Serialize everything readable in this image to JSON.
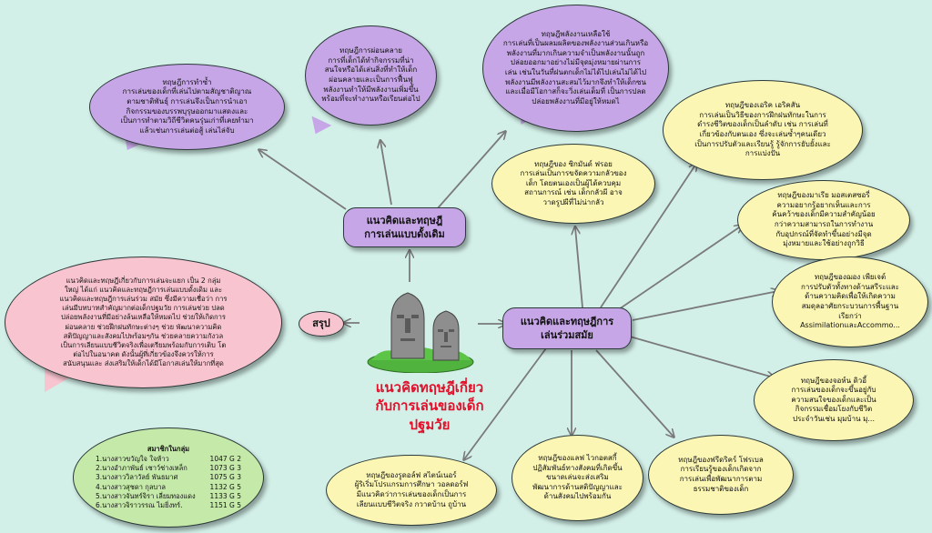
{
  "center": {
    "title": "แนวคิดทฤษฎีเกี่ยว\nกับการเล่นของเด็ก\nปฐมวัย",
    "image_icon": "moai-statues-icon"
  },
  "hubs": {
    "traditional": "แนวคิดและทฤษฎี\nการเล่นแบบดั้งเดิม",
    "modern": "แนวคิดและทฤษฎีการ\nเล่นร่วมสมัย",
    "summary": "สรุป"
  },
  "traditional_nodes": [
    "ทฤษฎีการทำซ้ำ\nการเล่นของเด็กที่เล่นไปตามสัญชาติญาณ\nตามชาติพันธุ์ การเล่นจึงเป็นการนำเอา\nกิจกรรมของบรรพบุรุษออกมาแสดงและ\nเป็นการทำตามวิถีชีวิตคนรุ่นเก่าที่เคยทำมา\nแล้วเช่นการเล่นต่อสู้ เล่นไล่จับ",
    "ทฤษฎีการผ่อนคลาย\nการที่เด็กได้ทำกิจกรรมที่น่า\nสนใจหรือได้เล่นสิ่งที่ทำให้เด็ก\nผ่อนคลายและเป็นการฟื้นฟู\nพลังงานทำให้มีพลังงานเพิ่มขึ้น\nพร้อมที่จะทำงานหรือเรียนต่อไป",
    "ทฤษฎีพลังงานเหลือใช้\nการเล่นที่เป็นผลมผลิตของพลังงานส่วนเกินหรือ\nพลังงานที่มากเกินความจำเป็นพลังงานนั้นถูก\nปล่อยออกมาอย่างไม่มีจุดมุ่งหมายผ่านการ\nเล่น เช่นในวันที่ฝนตกเด็กไม่ได้ไปเล่นไม่ได้ไป\nพลังงานมีพลังงานสะสมไว้มากจึงทำให้เด็กซน\nและเมื่อมีโอกาสก็จะวิ่งเล่นเต็มที่ เป็นการปลด\nปล่อยพลังงานที่มีอยู่ให้หมดไ"
  ],
  "modern_nodes": [
    "ทฤษฎีของ ซิกมันด์ ฟรอย\nการเล่นเป็นการขจัดความกลัวของ\nเด็ก โดยตนเองเป็นผู้ได้ควบคุม\nสถานการณ์ เช่น เด็กกลัวผี อาจ\nวาดรูปผีที่ไม่น่ากลัว",
    "ทฤษฎีของเอริค เอริคสัน\nการเล่นเป็นวิธีของการฝึกฝนทักษะในการ\nดำรงชีวิตของเด็กเป็นลำดับ เช่น การเล่นที่\nเกี่ยวข้องกับตนเอง ซึ่งจะเล่นซ้ำๆคนเดียว\nเป็นการปรับตัวและเรียนรู้ รู้จักการยับยั้งและ\nการแบ่งปัน",
    "ทฤษฎีของมาเรีย มอสเตสซอรี่\nความอยากรู้อยากเห็นและการ\nค้นคว้าของเด็กมีความสำคัญน้อย\nกว่าความสามารถในการทำงาน\nกับอุปกรณ์ที่จัดทำขึ้นอย่างมีจุด\nมุ่งหมายและใช้อย่างถูกวิธี",
    "ทฤษฎีของฌอง เพียเจต์\nการปรับตัวทั้งทางด้านสรีระและ\nด้านความคิดเพื่อให้เกิดความ\nสมดุลอาศัยกระบวนการพื้นฐาน\nเรียกว่า\nAssimilationและAccommo...",
    "ทฤษฎีของจอห์น ดิวอี้\nการเล่นของเด็กจะขึ้นอยู่กับ\nความสนใจของเด็กและเป็น\nกิจกรรมเชื่อมโยงกับชีวิต\nประจำวันเช่น มุมบ้าน มุ...",
    "ทฤษฎีของฟรีดริคร์ โฟรเบล\nการเรียนรู้ของเด็กเกิดจาก\nการเล่นเพื่อพัฒนาการตาม\nธรรมชาติของเด็ก",
    "ทฤษฎีของแลฟ ไวกอตสกี้\nปฏิสัมพันธ์ทางสังคมที่เกิดขึ้น\nขนาดเล่นจะส่งเสริม\nพัฒนาการด้านสติปัญญาและ\nด้านสังคมไปพร้อมกัน",
    "ทฤษฎีของรูดอล์ฟ สไตน์เนอร์\nผู้ริเริ่มโปรแกรมการศึกษา วอลดอร์ฟ\nมีแนวคิดว่าการเล่นของเด็กเป็นการ\nเลียนแบบชีวิตจริง กวาดบ้าน ถูบ้าน"
  ],
  "summary_text": "แนวคิดและทฤษฎีเกี่ยวกับการเล่นจะแยก เป็น 2 กลุ่ม\nใหญ่ ได้แก่ แนวคิดและทฤษฎีการเล่นแบบดั้งเดิม และ\nแนวคิดและทฤษฎีการเล่นร่วม สมัย ซึ่งมีความเชื่อว่า การ\nเล่นมีบทบาทสำคัญมากต่อเด็กปฐมวัย การเล่นช่วย ปลด\nปล่อยพลังงานที่มีอย่างล้นเหลือให้หมดไป ช่วยให้เกิดการ\nผ่อนคลาย ช่วยฝึกฝนทักษะต่างๆ ช่วย พัฒนาความคิด\nสติปัญญาและสังคมไปพร้อมๆกัน ช่วยคลายความกังวล\nเป็นการเลียนแบบชีวิตจริงเพื่อเตรียมพร้อมกับการเติบ โต\nต่อไปในอนาคต ดังนั้นผู้ที่เกี่ยวข้องจึงควรให้การ\nสนับสนุนและ ส่งเสริมให้เด็กได้มีโอกาสเล่นให้มากที่สุด",
  "members": {
    "heading": "สมาชิกในกลุ่ม",
    "rows": [
      {
        "name": "1.นางสาวขวัญใจ  ใจห้าว",
        "code": "1047 G 2"
      },
      {
        "name": "2.นางอำภาพันธ์  เชาว์ช่างเหล็ก",
        "code": "1073 G 3"
      },
      {
        "name": "3.นางสาววิลาวัลย์ พันธมาศ",
        "code": "1075 G 3"
      },
      {
        "name": "4.นางสาวสุชดา กุลบาล",
        "code": "1132 G 5"
      },
      {
        "name": "5.นางสาวจันทร์จิรา เลี่ยมทองแดง",
        "code": "1133 G 5"
      },
      {
        "name": "6.นางสาวจิราวรรณ ไมยิ่งทร์.",
        "code": "1151 G 5"
      }
    ]
  },
  "colors": {
    "background": "#d2efe8",
    "purple": "#c6a6e6",
    "yellow": "#fbf6b4",
    "pink": "#f8c4cf",
    "green": "#c4e9a8",
    "title_red": "#e0102a"
  }
}
